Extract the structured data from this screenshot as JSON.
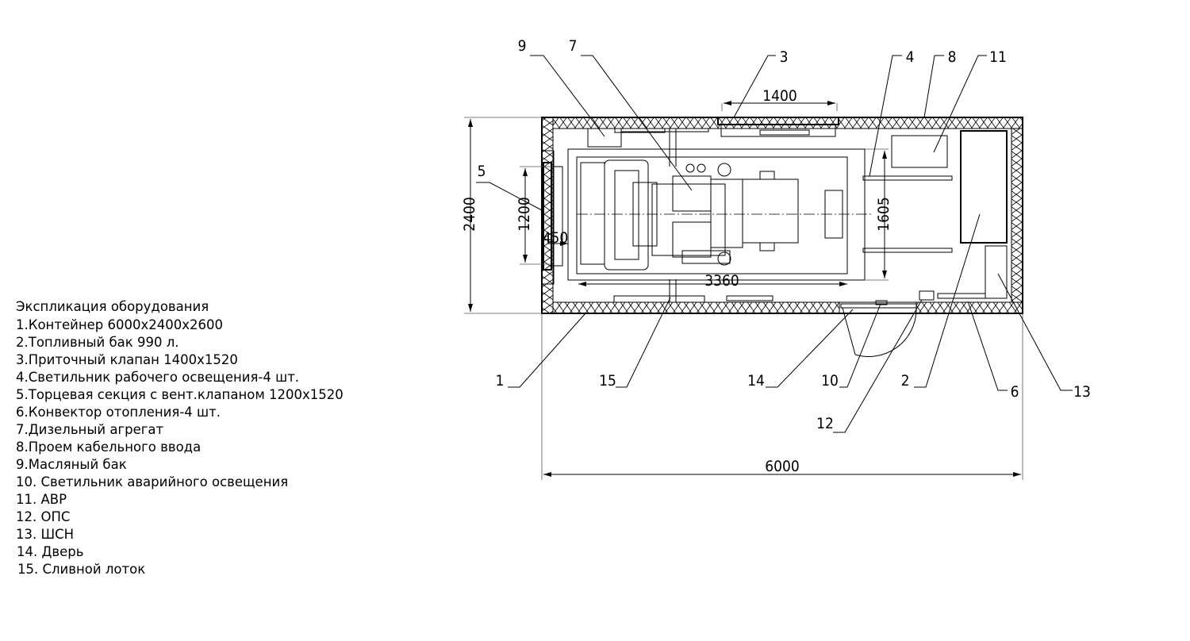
{
  "legend": {
    "title": "Экспликация оборудования",
    "items": [
      "1.Контейнер 6000х2400х2600",
      "2.Топливный бак 990 л.",
      "3.Приточный клапан 1400х1520",
      "4.Светильник рабочего освещения-4 шт.",
      "5.Торцевая секция с вент.клапаном 1200х1520",
      "6.Конвектор отопления-4 шт.",
      "7.Дизельный агрегат",
      "8.Проем кабельного ввода",
      "9.Масляный бак",
      "10. Светильник аварийного освещения",
      "11. АВР",
      "12. ОПС",
      "13. ШСН",
      "14. Дверь",
      "15. Сливной лоток"
    ]
  },
  "callouts": {
    "c1": "1",
    "c2": "2",
    "c3": "3",
    "c4": "4",
    "c5": "5",
    "c6": "6",
    "c7": "7",
    "c8": "8",
    "c9": "9",
    "c10": "10",
    "c11": "11",
    "c12": "12",
    "c13": "13",
    "c14": "14",
    "c15": "15"
  },
  "dimensions": {
    "valve_width": "1400",
    "container_width": "2400",
    "end_section": "1200",
    "gap": "450",
    "frame_width": "1605",
    "frame_length": "3360",
    "container_length": "6000"
  }
}
